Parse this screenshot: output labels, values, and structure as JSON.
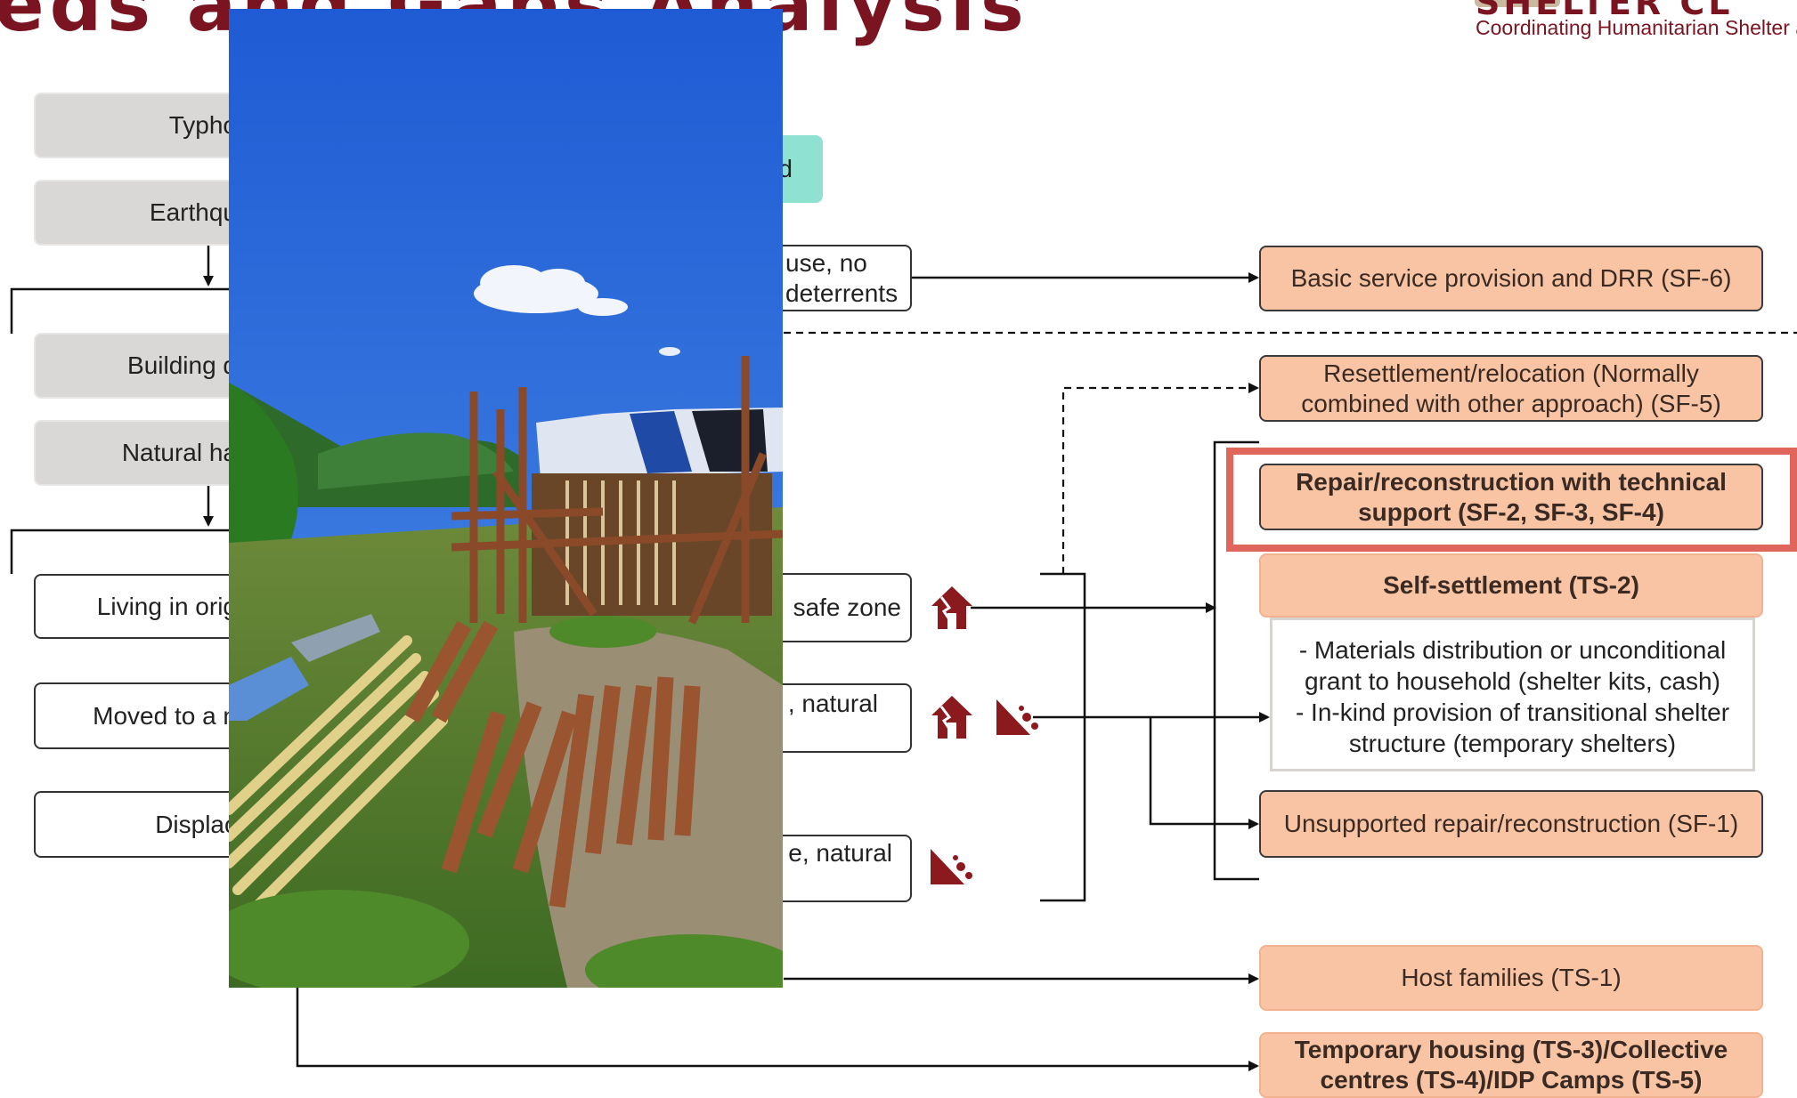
{
  "header": {
    "title_fragment": "eds and Gaps Analysis",
    "logo_text": "SHELTER CL",
    "logo_subtitle": "Coordinating Humanitarian Shelter a"
  },
  "left_column": {
    "hazards": [
      "Typho",
      "Earthqu"
    ],
    "impacts": [
      "Building d",
      "Natural ha"
    ],
    "situations": [
      "Living in orig",
      "Moved to a n",
      "Displac"
    ]
  },
  "middle_column": {
    "teal_label": "d",
    "no_damage": "use, no deterrents",
    "safe_zone": "safe zone",
    "natural_1": ", natural",
    "natural_2": "e, natural"
  },
  "responses": {
    "sf6": "Basic service provision and DRR (SF-6)",
    "sf5": "Resettlement/relocation (Normally combined with other approach) (SF-5)",
    "sf234": "Repair/reconstruction with technical support (SF-2, SF-3, SF-4)",
    "ts2": "Self-settlement (TS-2)",
    "ts2_items": [
      "- Materials distribution or unconditional",
      "grant to household (shelter kits, cash)",
      "- In-kind provision of transitional shelter",
      "structure (temporary shelters)"
    ],
    "sf1": "Unsupported repair/reconstruction (SF-1)",
    "ts1": "Host families (TS-1)",
    "ts345": "Temporary housing (TS-3)/Collective centres (TS-4)/IDP Camps (TS-5)"
  },
  "colors": {
    "brand": "#7a1420",
    "response_fill": "#f9c4a3",
    "highlight": "#e0665b",
    "teal": "#8fe1d2",
    "hazard_fill": "#dad8d6",
    "icon": "#8b1a1f"
  },
  "icons": [
    "house-icon",
    "house-icon",
    "landslide-icon",
    "landslide-icon"
  ],
  "photo": "damaged bamboo house with scattered timber under blue sky"
}
